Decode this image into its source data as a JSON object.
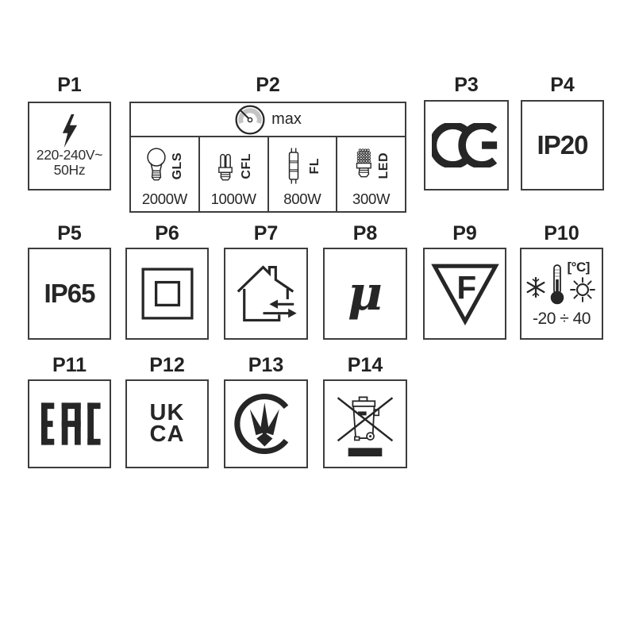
{
  "colors": {
    "border": "#3d3d3d",
    "ink": "#262626",
    "gauge_band": "#c4c4c4"
  },
  "pictograms": {
    "p1": {
      "label": "P1",
      "voltage": "220-240V~",
      "frequency": "50Hz"
    },
    "p2": {
      "label": "P2",
      "max_label": "max",
      "lamps": [
        {
          "type": "GLS",
          "watt": "2000W"
        },
        {
          "type": "CFL",
          "watt": "1000W"
        },
        {
          "type": "FL",
          "watt": "800W"
        },
        {
          "type": "LED",
          "watt": "300W"
        }
      ]
    },
    "p3": {
      "label": "P3",
      "mark": "CE"
    },
    "p4": {
      "label": "P4",
      "rating": "IP20"
    },
    "p5": {
      "label": "P5",
      "rating": "IP65"
    },
    "p6": {
      "label": "P6"
    },
    "p7": {
      "label": "P7"
    },
    "p8": {
      "label": "P8",
      "symbol": "μ"
    },
    "p9": {
      "label": "P9",
      "letter": "F"
    },
    "p10": {
      "label": "P10",
      "unit": "[°C]",
      "range": "-20 ÷ 40"
    },
    "p11": {
      "label": "P11",
      "mark": "EAC"
    },
    "p12": {
      "label": "P12",
      "line1": "UK",
      "line2": "CA"
    },
    "p13": {
      "label": "P13"
    },
    "p14": {
      "label": "P14"
    }
  }
}
